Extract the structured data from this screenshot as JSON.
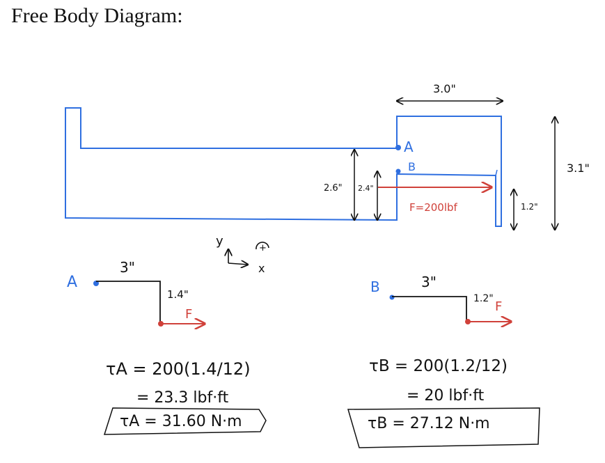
{
  "page": {
    "title": "Free Body Diagram:"
  },
  "colors": {
    "outline": "#2f6fe0",
    "dimension": "#111111",
    "force": "#d0413a"
  },
  "main_diagram": {
    "dim_top": "3.0\"",
    "dim_right": "3.1\"",
    "dim_a": "2.6\"",
    "dim_b": "2.4\"",
    "dim_tip": "1.2\"",
    "point_a": "A",
    "point_b": "B",
    "force_label": "F=200lbf"
  },
  "axes": {
    "y_label": "y",
    "x_label": "x",
    "ccw_sign": "+"
  },
  "sub_a": {
    "point": "A",
    "horizontal": "3\"",
    "vertical": "1.4\"",
    "force": "F",
    "eq1": "τA = 200(1.4/12)",
    "eq2": "= 23.3 lbf·ft",
    "eq3": "τA = 31.60 N·m"
  },
  "sub_b": {
    "point": "B",
    "horizontal": "3\"",
    "vertical": "1.2\"",
    "force": "F",
    "eq1": "τB = 200(1.2/12)",
    "eq2": "= 20 lbf·ft",
    "eq3": "τB = 27.12 N·m"
  }
}
